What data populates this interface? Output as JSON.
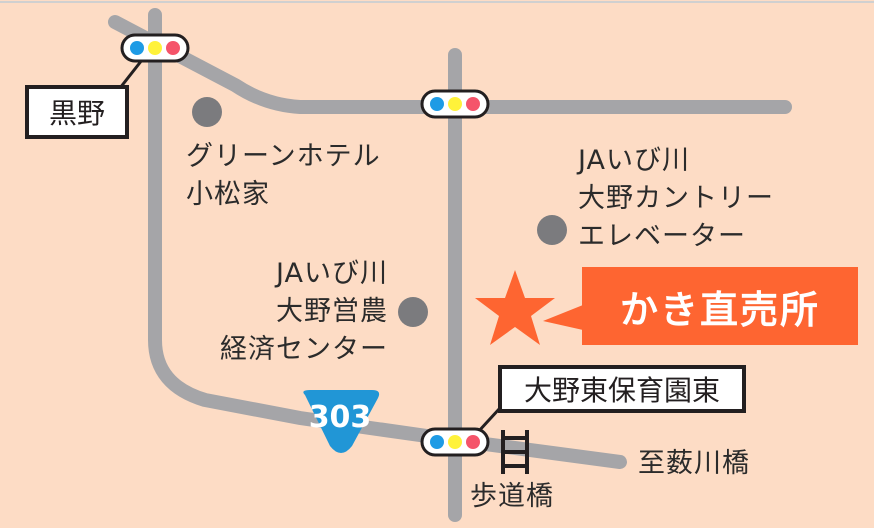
{
  "map": {
    "colors": {
      "background": "#fddcc5",
      "road": "#a5a5a8",
      "accent": "#fe6531",
      "route_shield": "#2196d6",
      "light_blue": "#1e9be5",
      "light_yellow": "#fff23a",
      "light_red": "#f5546a"
    },
    "destination": {
      "label": "かき直売所",
      "icon": "star-icon"
    },
    "places": {
      "kurono": "黒野",
      "hotel": [
        "グリーンホテル",
        "小松家"
      ],
      "elevator": [
        "JAいび川",
        "大野カントリー",
        "エレベーター"
      ],
      "center": [
        "JAいび川",
        "大野営農",
        "経済センター"
      ],
      "nursery": "大野東保育園東",
      "bridge_dest": "至薮川橋",
      "footbridge": "歩道橋"
    },
    "route_number": "303"
  }
}
